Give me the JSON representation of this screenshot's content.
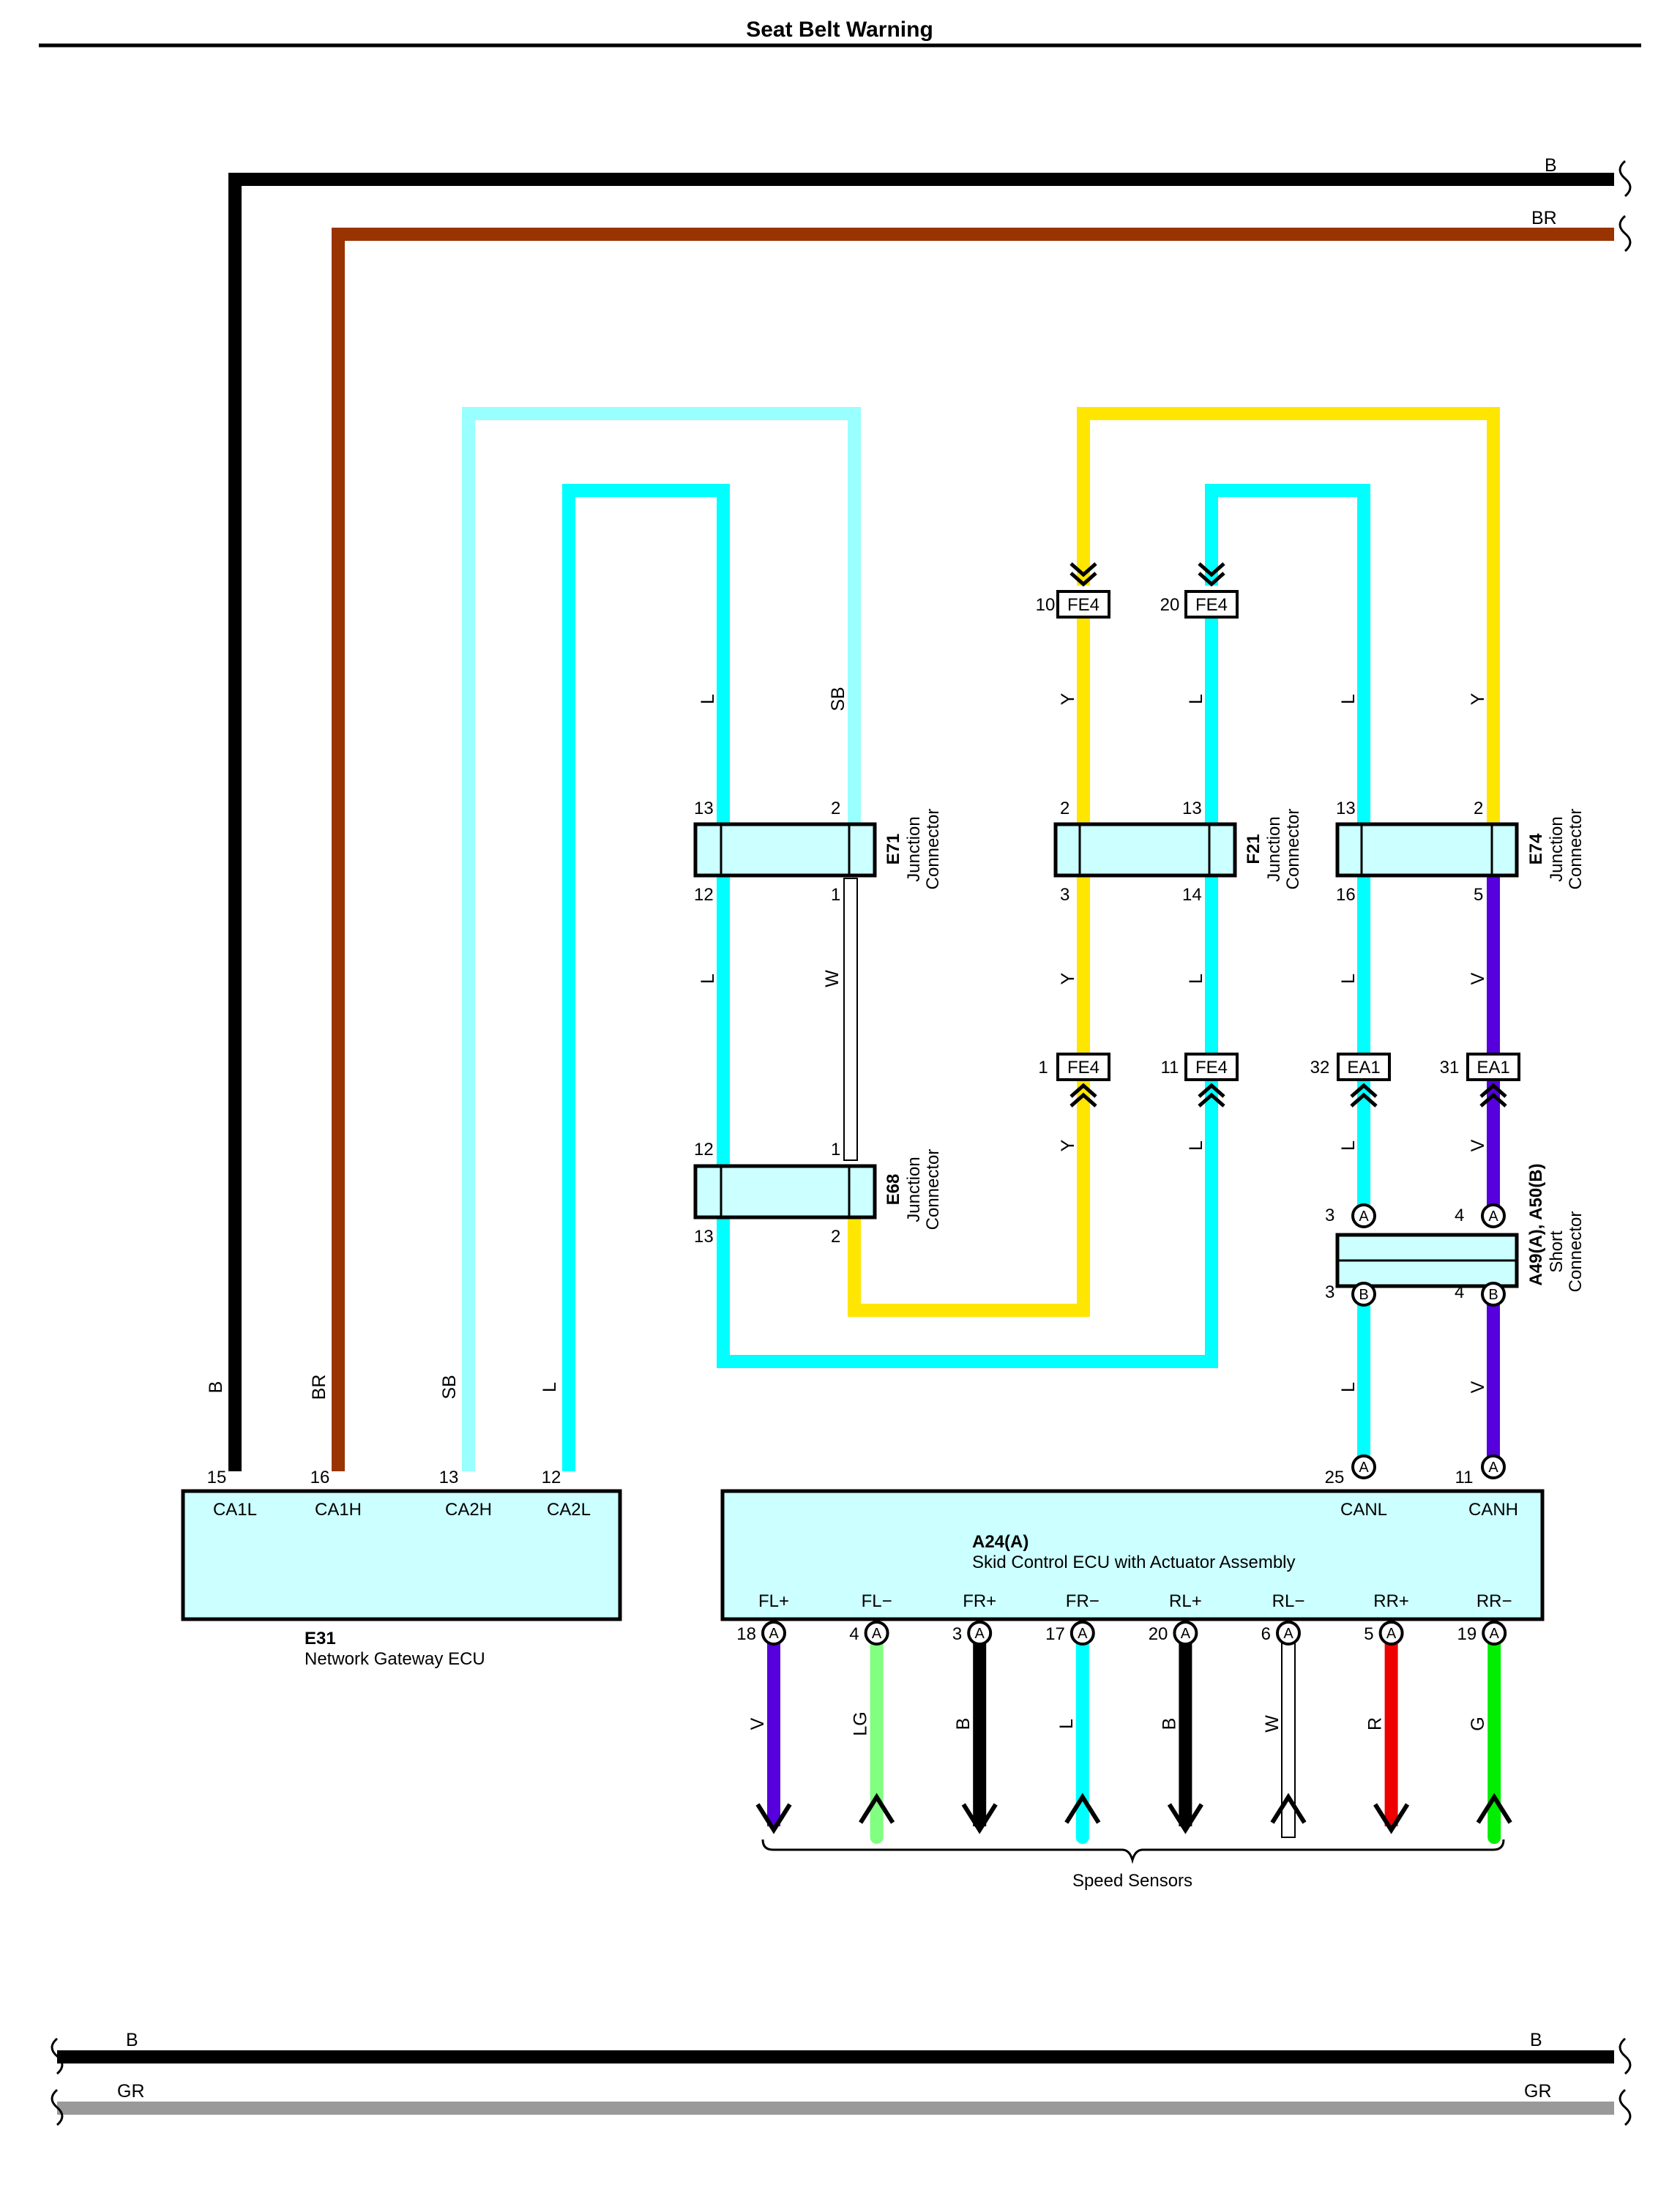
{
  "page": {
    "title": "Seat Belt Warning"
  },
  "colors": {
    "B": "#000000",
    "BR": "#993300",
    "SB": "#99FFFF",
    "L": "#00FFFF",
    "Y": "#FFE600",
    "V": "#5500DD",
    "W": "#FFFFFF",
    "LG": "#80FF80",
    "R": "#EE0000",
    "G": "#00EE00",
    "GR": "#999999",
    "box_fill": "#CCFFFF"
  },
  "power_lines": {
    "top_b": "B",
    "top_br": "BR",
    "bottom_b": "B",
    "bottom_gr": "GR"
  },
  "wire_labels": {
    "e71_top_l": "L",
    "e71_top_sb": "SB",
    "f21_top_y": "Y",
    "f21_top_l": "L",
    "e74_top_l": "L",
    "e74_top_y": "Y",
    "e71_bot_l": "L",
    "e71_bot_w": "W",
    "f21_mid_y": "Y",
    "f21_mid_l": "L",
    "e74_mid_l": "L",
    "e74_mid_v": "V",
    "fe4_bot_y": "Y",
    "fe4_bot_l": "L",
    "ea1_bot_l": "L",
    "ea1_bot_v": "V",
    "a49_bot_l": "L",
    "a49_bot_v": "V",
    "e31_b": "B",
    "e31_br": "BR",
    "e31_sb": "SB",
    "e31_l": "L"
  },
  "connectors": {
    "e71": {
      "code": "E71",
      "desc1": "Junction",
      "desc2": "Connector",
      "pins": [
        "13",
        "2",
        "12",
        "1"
      ]
    },
    "f21": {
      "code": "F21",
      "desc1": "Junction",
      "desc2": "Connector",
      "pins": [
        "2",
        "13",
        "3",
        "14"
      ]
    },
    "e74": {
      "code": "E74",
      "desc1": "Junction",
      "desc2": "Connector",
      "pins": [
        "13",
        "2",
        "16",
        "5"
      ]
    },
    "e68": {
      "code": "E68",
      "desc1": "Junction",
      "desc2": "Connector",
      "pins": [
        "12",
        "1",
        "13",
        "2"
      ]
    },
    "a49": {
      "code": "A49(A), A50(B)",
      "desc1": "Short",
      "desc2": "Connector",
      "pins": [
        "3",
        "4",
        "3",
        "4"
      ]
    }
  },
  "inline_connectors": [
    {
      "pin": "10",
      "name": "FE4"
    },
    {
      "pin": "20",
      "name": "FE4"
    },
    {
      "pin": "1",
      "name": "FE4"
    },
    {
      "pin": "11",
      "name": "FE4"
    },
    {
      "pin": "32",
      "name": "EA1"
    },
    {
      "pin": "31",
      "name": "EA1"
    }
  ],
  "circle_letters": {
    "a": "A",
    "b": "B"
  },
  "e31": {
    "code": "E31",
    "name": "Network Gateway ECU",
    "pins": [
      {
        "num": "15",
        "name": "CA1L"
      },
      {
        "num": "16",
        "name": "CA1H"
      },
      {
        "num": "13",
        "name": "CA2H"
      },
      {
        "num": "12",
        "name": "CA2L"
      }
    ]
  },
  "a24": {
    "code": "A24(A)",
    "name": "Skid Control ECU with Actuator Assembly",
    "top_pins": [
      {
        "num": "25",
        "name": "CANL"
      },
      {
        "num": "11",
        "name": "CANH"
      }
    ],
    "sensor_pins": [
      {
        "num": "18",
        "name": "FL+",
        "wire": "V",
        "color": "#5500DD",
        "dir": "down"
      },
      {
        "num": "4",
        "name": "FL−",
        "wire": "LG",
        "color": "#80FF80",
        "dir": "up"
      },
      {
        "num": "3",
        "name": "FR+",
        "wire": "B",
        "color": "#000000",
        "dir": "down"
      },
      {
        "num": "17",
        "name": "FR−",
        "wire": "L",
        "color": "#00FFFF",
        "dir": "up"
      },
      {
        "num": "20",
        "name": "RL+",
        "wire": "B",
        "color": "#000000",
        "dir": "down"
      },
      {
        "num": "6",
        "name": "RL−",
        "wire": "W",
        "color": "#FFFFFF",
        "dir": "up"
      },
      {
        "num": "5",
        "name": "RR+",
        "wire": "R",
        "color": "#EE0000",
        "dir": "down"
      },
      {
        "num": "19",
        "name": "RR−",
        "wire": "G",
        "color": "#00EE00",
        "dir": "up"
      }
    ],
    "sensors_label": "Speed Sensors"
  }
}
